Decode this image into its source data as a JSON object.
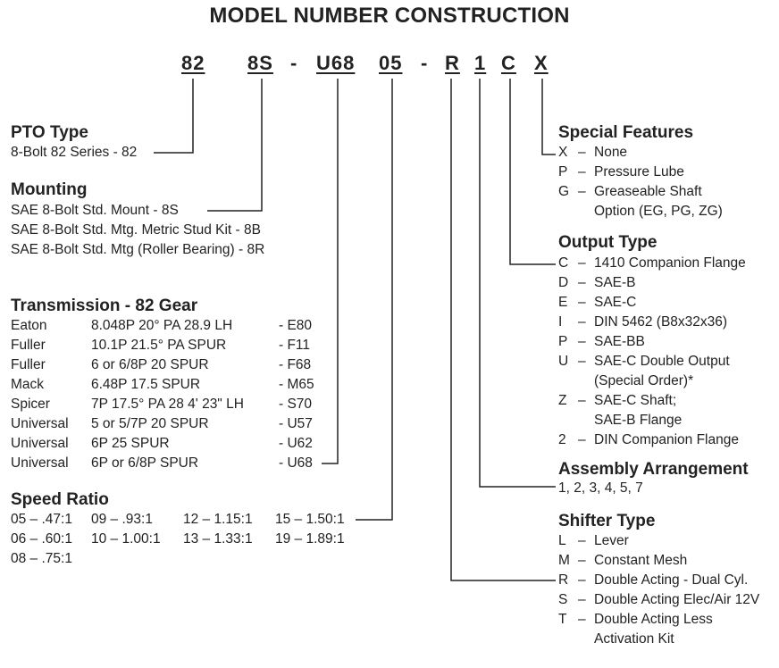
{
  "title": "MODEL NUMBER CONSTRUCTION",
  "model": {
    "codes": [
      "82",
      "8S",
      "U68",
      "05",
      "R",
      "1",
      "C",
      "X"
    ],
    "separator": "-"
  },
  "pto_type": {
    "heading": "PTO Type",
    "items": [
      "8-Bolt 82 Series - 82"
    ]
  },
  "mounting": {
    "heading": "Mounting",
    "items": [
      "SAE 8-Bolt Std. Mount - 8S",
      "SAE 8-Bolt Std. Mtg. Metric Stud Kit - 8B",
      "SAE 8-Bolt Std. Mtg (Roller Bearing) - 8R"
    ]
  },
  "transmission": {
    "heading": "Transmission - 82 Gear",
    "rows": [
      {
        "make": "Eaton",
        "spec": "8.048P 20° PA 28.9 LH",
        "code": "- E80"
      },
      {
        "make": "Fuller",
        "spec": "10.1P 21.5° PA SPUR",
        "code": "- F11"
      },
      {
        "make": "Fuller",
        "spec": "6 or 6/8P 20 SPUR",
        "code": "- F68"
      },
      {
        "make": "Mack",
        "spec": "6.48P 17.5 SPUR",
        "code": "- M65"
      },
      {
        "make": "Spicer",
        "spec": "7P 17.5° PA 28 4' 23\" LH",
        "code": "- S70"
      },
      {
        "make": "Universal",
        "spec": "5 or 5/7P 20 SPUR",
        "code": "- U57"
      },
      {
        "make": "Universal",
        "spec": "6P 25 SPUR",
        "code": "- U62"
      },
      {
        "make": "Universal",
        "spec": "6P or 6/8P SPUR",
        "code": "- U68"
      }
    ]
  },
  "speed_ratio": {
    "heading": "Speed Ratio",
    "rows": [
      [
        "05 – .47:1",
        "09 – .93:1",
        "12 – 1.15:1",
        "15 – 1.50:1"
      ],
      [
        "06 – .60:1",
        "10 – 1.00:1",
        "13 – 1.33:1",
        "19 – 1.89:1"
      ],
      [
        "08 – .75:1",
        "",
        "",
        ""
      ]
    ]
  },
  "special_features": {
    "heading": "Special Features",
    "items": [
      {
        "code": "X",
        "desc": "None"
      },
      {
        "code": "P",
        "desc": "Pressure Lube"
      },
      {
        "code": "G",
        "desc": "Greaseable Shaft"
      },
      {
        "code": "",
        "desc": "Option (EG, PG, ZG)"
      }
    ]
  },
  "output_type": {
    "heading": "Output Type",
    "items": [
      {
        "code": "C",
        "desc": "1410 Companion Flange"
      },
      {
        "code": "D",
        "desc": "SAE-B"
      },
      {
        "code": "E",
        "desc": "SAE-C"
      },
      {
        "code": "I",
        "desc": "DIN 5462 (B8x32x36)"
      },
      {
        "code": "P",
        "desc": "SAE-BB"
      },
      {
        "code": "U",
        "desc": "SAE-C Double Output"
      },
      {
        "code": "",
        "desc": "(Special Order)*"
      },
      {
        "code": "Z",
        "desc": "SAE-C Shaft;"
      },
      {
        "code": "",
        "desc": "SAE-B Flange"
      },
      {
        "code": "2",
        "desc": "DIN Companion Flange"
      }
    ]
  },
  "assembly": {
    "heading": "Assembly Arrangement",
    "items": [
      "1, 2, 3, 4, 5, 7"
    ]
  },
  "shifter_type": {
    "heading": "Shifter Type",
    "items": [
      {
        "code": "L",
        "desc": "Lever"
      },
      {
        "code": "M",
        "desc": "Constant Mesh"
      },
      {
        "code": "R",
        "desc": "Double Acting - Dual Cyl."
      },
      {
        "code": "S",
        "desc": "Double Acting Elec/Air 12V"
      },
      {
        "code": "T",
        "desc": "Double Acting Less"
      },
      {
        "code": "",
        "desc": "Activation Kit"
      }
    ]
  }
}
